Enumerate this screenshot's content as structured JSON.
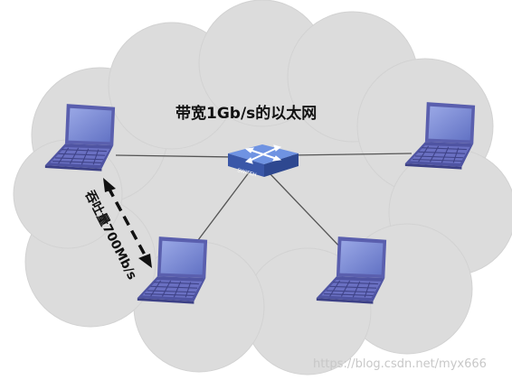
{
  "diagram": {
    "title": "带宽1Gb/s的以太网",
    "switch_label": "SWITCH",
    "throughput_label": "吞吐量700Mb/s",
    "watermark": "https://blog.csdn.net/myx666"
  },
  "colors": {
    "cloud_fill": "#dcdcdc",
    "laptop_body": "#5a5fae",
    "laptop_screen": "#7e8fd4",
    "laptop_keys": "#4a4f96",
    "switch_body": "#3e5caa",
    "switch_top": "#5b7ccc",
    "link_line": "#555555",
    "arrow": "#111111"
  },
  "icons": [
    "laptop-icon",
    "switch-icon",
    "double-arrow-icon"
  ]
}
